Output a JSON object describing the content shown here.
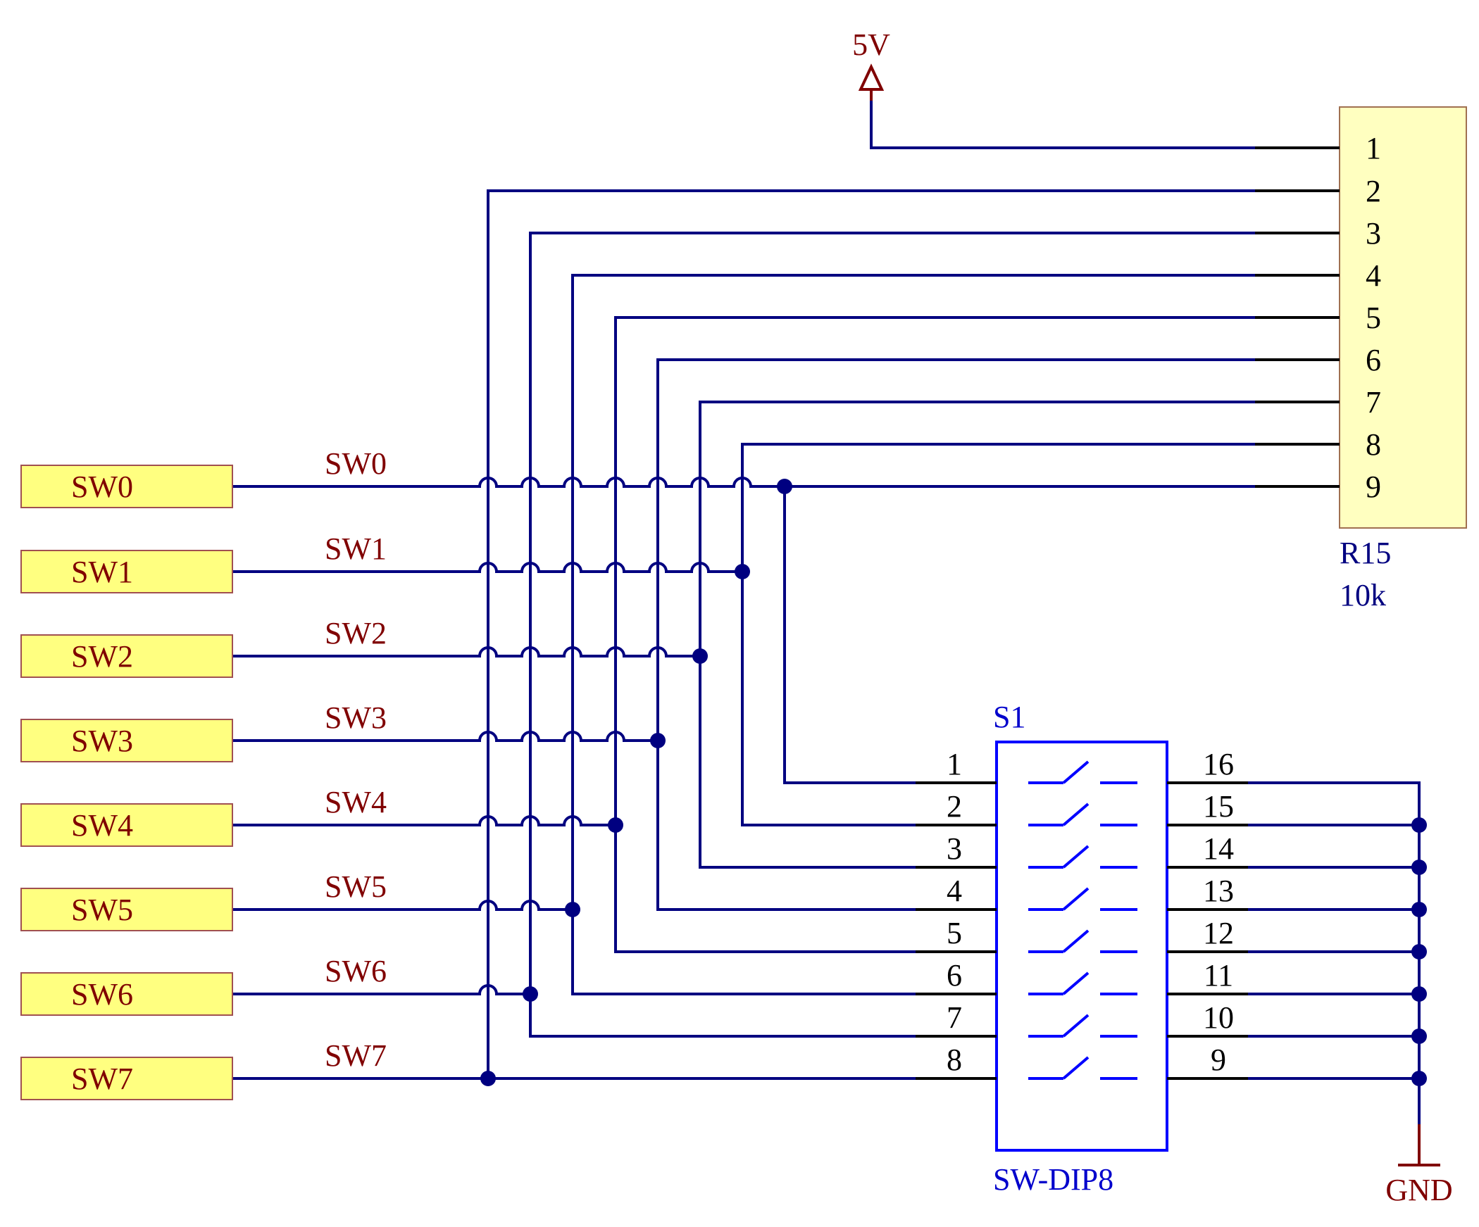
{
  "power": {
    "label": "5V"
  },
  "ground": {
    "label": "GND"
  },
  "resistor": {
    "ref": "R15",
    "value": "10k",
    "pins": [
      "1",
      "2",
      "3",
      "4",
      "5",
      "6",
      "7",
      "8",
      "9"
    ]
  },
  "dip_switch": {
    "ref": "S1",
    "type": "SW-DIP8",
    "left_pins": [
      "1",
      "2",
      "3",
      "4",
      "5",
      "6",
      "7",
      "8"
    ],
    "right_pins": [
      "16",
      "15",
      "14",
      "13",
      "12",
      "11",
      "10",
      "9"
    ]
  },
  "ports": [
    "SW0",
    "SW1",
    "SW2",
    "SW3",
    "SW4",
    "SW5",
    "SW6",
    "SW7"
  ],
  "nets": [
    "SW0",
    "SW1",
    "SW2",
    "SW3",
    "SW4",
    "SW5",
    "SW6",
    "SW7"
  ],
  "colors": {
    "wire": "#000080",
    "port_fill": "#ffff80",
    "label": "#800000",
    "switch": "#0000ff"
  }
}
